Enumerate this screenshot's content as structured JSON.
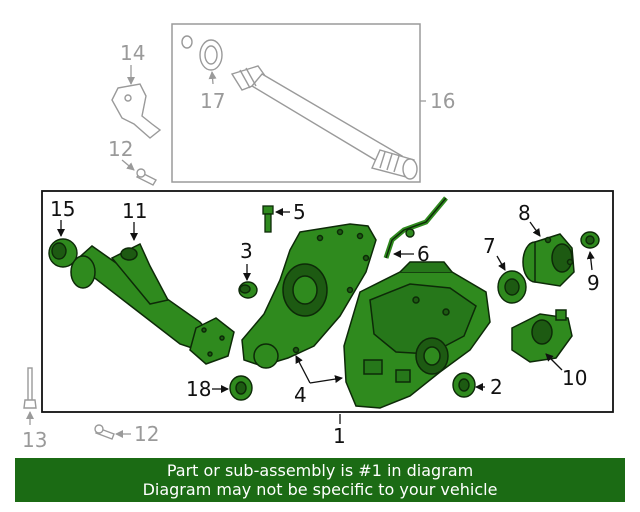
{
  "colors": {
    "part_fill": "#2f8a1e",
    "part_stroke": "#0d2a08",
    "gray": "#9a9a9a",
    "banner": "#1b6b14"
  },
  "callouts": {
    "c1": "1",
    "c2": "2",
    "c3": "3",
    "c4": "4",
    "c5": "5",
    "c6": "6",
    "c7": "7",
    "c8": "8",
    "c9": "9",
    "c10": "10",
    "c11": "11",
    "c12a": "12",
    "c12b": "12",
    "c13": "13",
    "c14": "14",
    "c15": "15",
    "c16": "16",
    "c17": "17",
    "c18": "18"
  },
  "banner": {
    "line1": "Part or sub-assembly is #1 in diagram",
    "line2": "Diagram may not be specific to your vehicle"
  }
}
